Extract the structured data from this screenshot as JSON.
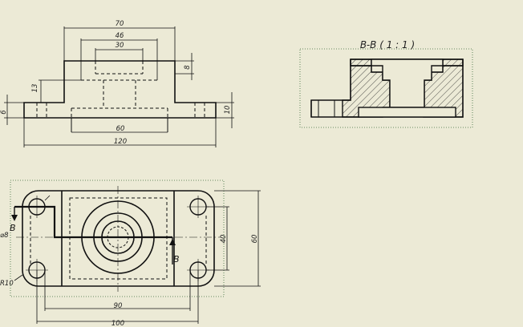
{
  "drawing": {
    "section_title": "B-B ( 1 : 1 )",
    "section_marker": "B",
    "front_view": {
      "dimensions": {
        "width_top": "70",
        "width_46": "46",
        "width_30": "30",
        "height_8": "8",
        "height_13": "13",
        "height_6": "6",
        "height_10": "10",
        "width_60": "60",
        "width_120": "120"
      }
    },
    "top_view": {
      "dimensions": {
        "diameter_8": "⌀8",
        "radius_10": "R10",
        "height_40": "40",
        "height_60": "60",
        "width_90": "90",
        "width_100": "100"
      }
    }
  },
  "colors": {
    "background": "#ecead6",
    "line": "#111111",
    "view_border": "#3a6b3a"
  }
}
